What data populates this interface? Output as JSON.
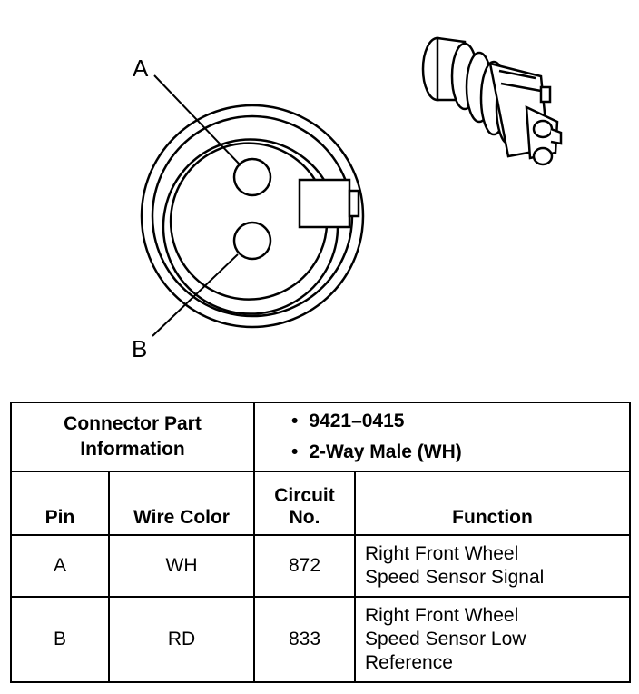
{
  "diagram": {
    "pin_labels": [
      "A",
      "B"
    ]
  },
  "connector_info": {
    "title_lines": [
      "Connector Part",
      "Information"
    ],
    "parts": [
      "9421–0415",
      "2-Way Male (WH)"
    ]
  },
  "table": {
    "headers": {
      "pin": "Pin",
      "wire_color": "Wire Color",
      "circuit_lines": [
        "Circuit",
        "No."
      ],
      "function": "Function"
    },
    "rows": [
      {
        "pin": "A",
        "wire_color": "WH",
        "circuit": "872",
        "function_lines": [
          "Right Front Wheel",
          "Speed Sensor Signal"
        ]
      },
      {
        "pin": "B",
        "wire_color": "RD",
        "circuit": "833",
        "function_lines": [
          "Right Front Wheel",
          "Speed Sensor Low",
          "Reference"
        ]
      }
    ]
  }
}
